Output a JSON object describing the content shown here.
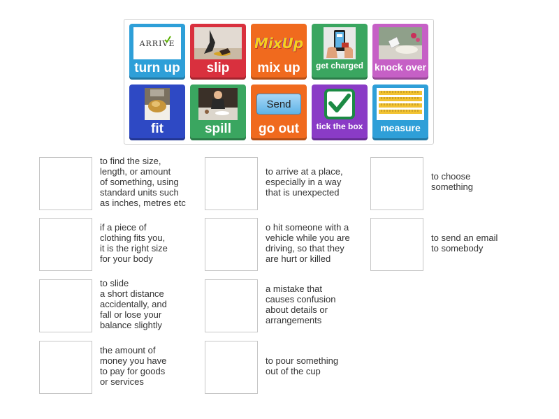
{
  "tiles": [
    {
      "label": "turn up",
      "color": "#2e9fd8",
      "icon": "arrive-logo-image",
      "logo_text": "ARRIVE"
    },
    {
      "label": "slip",
      "color": "#d9303e",
      "icon": "slipping-feet-photo"
    },
    {
      "label": "mix up",
      "color": "#f06a1e",
      "icon": "mixup-logo-image",
      "logo_text": "MixUp"
    },
    {
      "label": "get charged",
      "color": "#3aa660",
      "icon": "phone-payment-photo"
    },
    {
      "label": "knock over",
      "color": "#c660c6",
      "icon": "spilled-drink-photo"
    },
    {
      "label": "fit",
      "color": "#2e49c4",
      "icon": "food-photo"
    },
    {
      "label": "spill",
      "color": "#3aa660",
      "icon": "spill-person-photo"
    },
    {
      "label": "go out",
      "color": "#f06a1e",
      "icon": "send-button-image",
      "button_text": "Send"
    },
    {
      "label": "tick the box",
      "color": "#8a3bc6",
      "icon": "checkbox-tick-icon"
    },
    {
      "label": "measure",
      "color": "#2e9fd8",
      "icon": "ruler-photo"
    }
  ],
  "definitions": [
    "to find the size,\nlength, or amount\nof something, using\nstandard units such\nas inches, metres etc",
    "to arrive at a place,\nespecially in a way\nthat is unexpected",
    "to choose\nsomething",
    "if a piece of\nclothing fits you,\nit is the right size\nfor your body",
    "o hit someone with a\nvehicle while you are\ndriving, so that they\nare hurt or killed",
    "to send an email\nto somebody",
    "to slide\na short distance\naccidentally, and\nfall or lose your\nbalance slightly",
    "a mistake that\ncauses confusion\nabout details or\narrangements",
    "the amount of\nmoney you have\nto pay for goods\nor services",
    "to pour something\nout of the cup"
  ]
}
